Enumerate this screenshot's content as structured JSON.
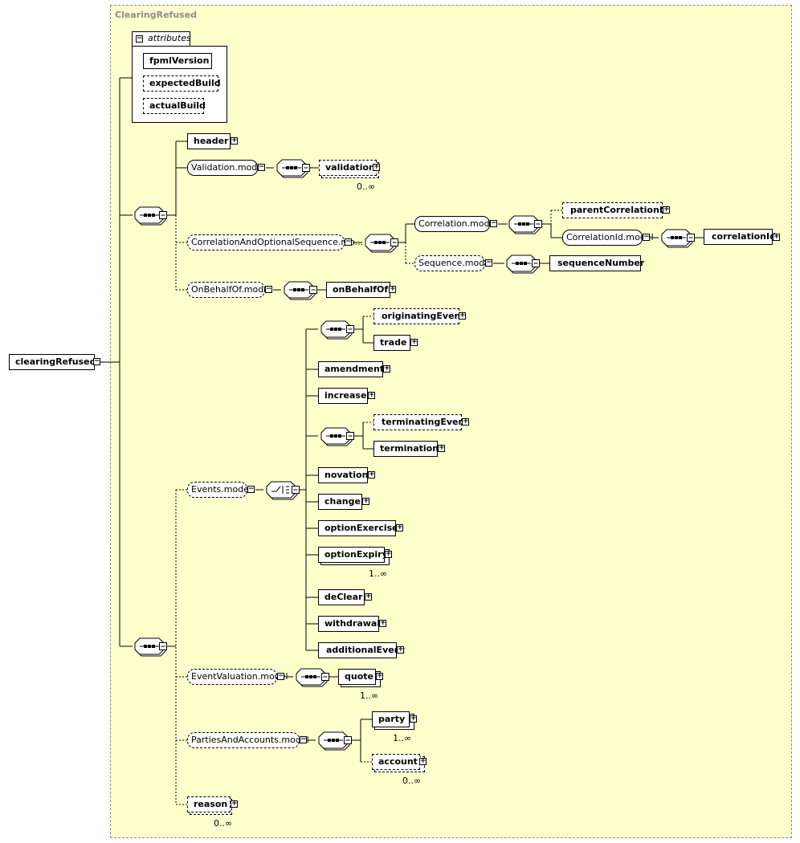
{
  "diagram": {
    "frame_title": "ClearingRefused",
    "root": "clearingRefused",
    "attributes_label": "attributes",
    "attributes": [
      "fpmlVersion",
      "expectedBuild",
      "actualBuild"
    ],
    "elements": {
      "header": "header",
      "validation_model": "Validation.model",
      "validation": "validation",
      "validation_card": "0..∞",
      "correlation_seq_model": "CorrelationAndOptionalSequence.mo...",
      "correlation_model": "Correlation.model",
      "parentCorrelationId": "parentCorrelationId",
      "correlationId_model": "CorrelationId.model",
      "correlationId": "correlationId",
      "sequence_model": "Sequence.model",
      "sequenceNumber": "sequenceNumber",
      "onBehalfOf_model": "OnBehalfOf.model",
      "onBehalfOf": "onBehalfOf",
      "originatingEvent": "originatingEvent",
      "trade": "trade",
      "amendment": "amendment",
      "increase": "increase",
      "terminatingEvent": "terminatingEvent",
      "termination": "termination",
      "events_model": "Events.model",
      "novation": "novation",
      "change": "change",
      "optionExercise": "optionExercise",
      "optionExpiry": "optionExpiry",
      "optionExpiry_card": "1..∞",
      "deClear": "deClear",
      "withdrawal": "withdrawal",
      "additionalEvent": "additionalEvent",
      "eventValuation_model": "EventValuation.model",
      "quote": "quote",
      "quote_card": "1..∞",
      "partiesAndAccounts_model": "PartiesAndAccounts.model",
      "party": "party",
      "party_card": "1..∞",
      "account": "account",
      "account_card": "0..∞",
      "reason": "reason",
      "reason_card": "0..∞"
    }
  }
}
